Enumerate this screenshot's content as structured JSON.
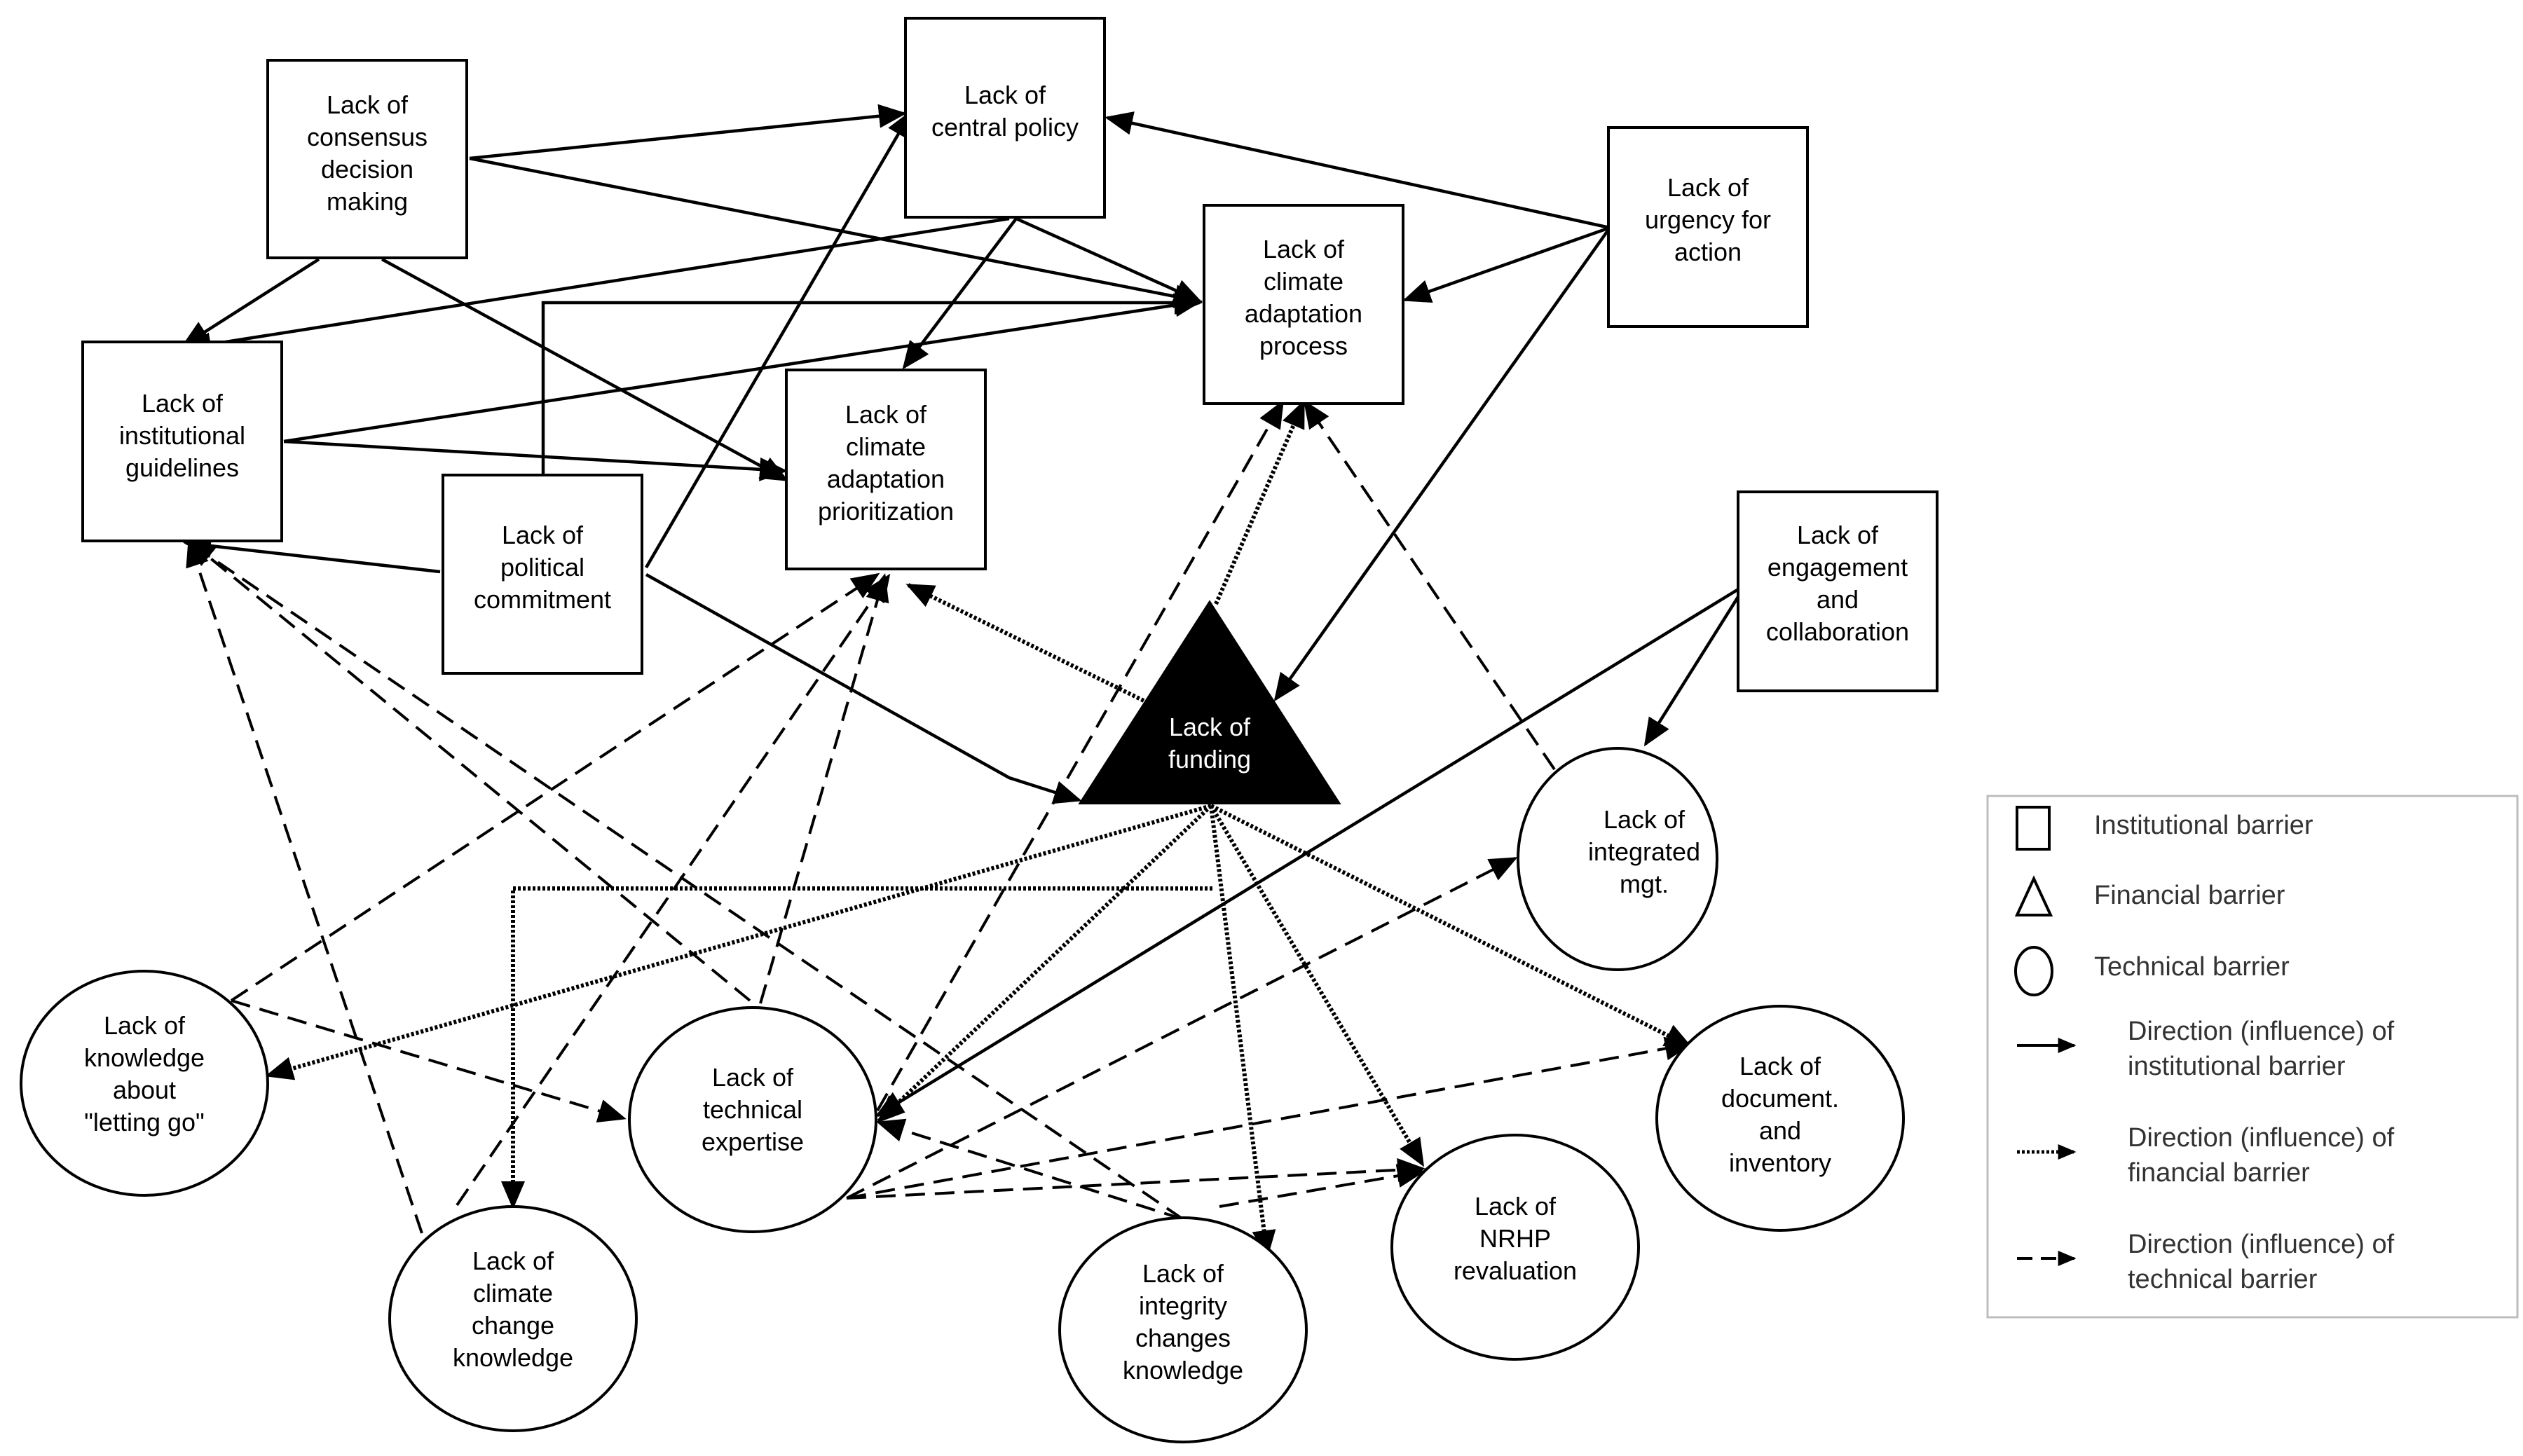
{
  "nodes": {
    "consensus": {
      "lines": [
        "Lack of",
        "consensus",
        "decision",
        "making"
      ],
      "kind": "institutional"
    },
    "central_policy": {
      "lines": [
        "Lack of",
        "central policy"
      ],
      "kind": "institutional"
    },
    "urgency": {
      "lines": [
        "Lack of",
        "urgency for",
        "action"
      ],
      "kind": "institutional"
    },
    "adaptation_process": {
      "lines": [
        "Lack of",
        "climate",
        "adaptation",
        "process"
      ],
      "kind": "institutional"
    },
    "guidelines": {
      "lines": [
        "Lack of",
        "institutional",
        "guidelines"
      ],
      "kind": "institutional"
    },
    "prioritization": {
      "lines": [
        "Lack of",
        "climate",
        "adaptation",
        "prioritization"
      ],
      "kind": "institutional"
    },
    "political": {
      "lines": [
        "Lack of",
        "political",
        "commitment"
      ],
      "kind": "institutional"
    },
    "engagement": {
      "lines": [
        "Lack of",
        "engagement",
        "and",
        "collaboration"
      ],
      "kind": "institutional"
    },
    "funding": {
      "lines": [
        "Lack of",
        "funding"
      ],
      "kind": "financial"
    },
    "integrated": {
      "lines": [
        "Lack of",
        "integrated",
        "mgt."
      ],
      "kind": "technical"
    },
    "letting_go": {
      "lines": [
        "Lack of",
        "knowledge",
        "about",
        "\"letting go\""
      ],
      "kind": "technical"
    },
    "technical": {
      "lines": [
        "Lack of",
        "technical",
        "expertise"
      ],
      "kind": "technical"
    },
    "document": {
      "lines": [
        "Lack of",
        "document.",
        "and",
        "inventory"
      ],
      "kind": "technical"
    },
    "nrhp": {
      "lines": [
        "Lack of",
        "NRHP",
        "revaluation"
      ],
      "kind": "technical"
    },
    "integrity": {
      "lines": [
        "Lack of",
        "integrity",
        "changes",
        "knowledge"
      ],
      "kind": "technical"
    },
    "climate_change": {
      "lines": [
        "Lack of",
        "climate",
        "change",
        "knowledge"
      ],
      "kind": "technical"
    }
  },
  "legend": {
    "institutional": "Institutional barrier",
    "financial": "Financial barrier",
    "technical": "Technical barrier",
    "inst_dir": [
      "Direction (influence) of",
      "institutional barrier"
    ],
    "fin_dir": [
      "Direction (influence) of",
      "financial barrier"
    ],
    "tech_dir": [
      "Direction (influence) of",
      "technical barrier"
    ]
  }
}
